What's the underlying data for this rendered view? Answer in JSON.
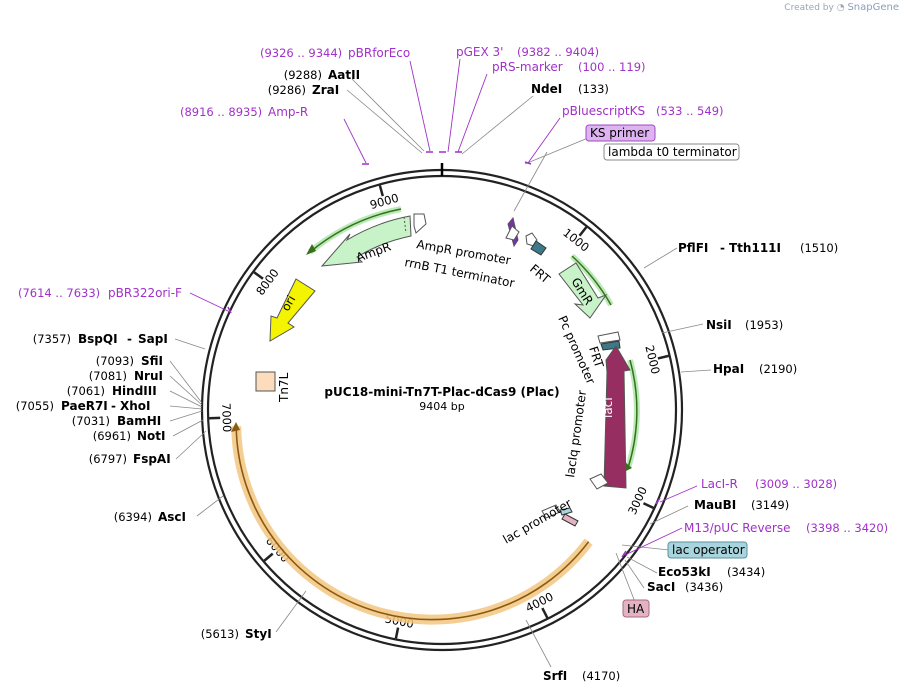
{
  "credit": {
    "prefix": "Created by",
    "brand": "SnapGene"
  },
  "plasmid": {
    "name": "pUC18-mini-Tn7T-Plac-dCas9 (Plac)",
    "length": "9404 bp"
  },
  "ticks": [
    "1000",
    "2000",
    "3000",
    "4000",
    "5000",
    "6000",
    "7000",
    "8000",
    "9000"
  ],
  "enzymes": [
    {
      "name": "AatII",
      "pos": "(9288)"
    },
    {
      "name": "ZraI",
      "pos": "(9286)"
    },
    {
      "name": "NdeI",
      "pos": "(133)"
    },
    {
      "name": "PflFI",
      "sep": "-",
      "name2": "Tth111I",
      "pos": "(1510)"
    },
    {
      "name": "NsiI",
      "pos": "(1953)"
    },
    {
      "name": "HpaI",
      "pos": "(2190)"
    },
    {
      "name": "MauBI",
      "pos": "(3149)"
    },
    {
      "name": "Eco53kI",
      "pos": "(3434)"
    },
    {
      "name": "SacI",
      "pos": "(3436)"
    },
    {
      "name": "SrfI",
      "pos": "(4170)"
    },
    {
      "name": "StyI",
      "pos": "(5613)"
    },
    {
      "name": "AscI",
      "pos": "(6394)"
    },
    {
      "name": "FspAI",
      "pos": "(6797)"
    },
    {
      "name": "NotI",
      "pos": "(6961)"
    },
    {
      "name": "BamHI",
      "pos": "(7031)"
    },
    {
      "name": "PaeR7I",
      "sep": "-",
      "name2": "XhoI",
      "pos": "(7055)"
    },
    {
      "name": "HindIII",
      "pos": "(7061)"
    },
    {
      "name": "NruI",
      "pos": "(7081)"
    },
    {
      "name": "SfiI",
      "pos": "(7093)"
    },
    {
      "name": "BspQI",
      "sep": "-",
      "name2": "SapI",
      "pos": "(7357)"
    }
  ],
  "primers": [
    {
      "name": "pBRforEco",
      "pos": "(9326 .. 9344)"
    },
    {
      "name": "pGEX 3'",
      "pos": "(9382 .. 9404)"
    },
    {
      "name": "pRS-marker",
      "pos": "(100 .. 119)"
    },
    {
      "name": "Amp-R",
      "pos": "(8916 .. 8935)"
    },
    {
      "name": "pBluescriptKS",
      "pos": "(533 .. 549)"
    },
    {
      "name": "pBR322ori-F",
      "pos": "(7614 .. 7633)"
    },
    {
      "name": "LacI-R",
      "pos": "(3009 .. 3028)"
    },
    {
      "name": "M13/pUC Reverse",
      "pos": "(3398 .. 3420)"
    }
  ],
  "boxed_features": [
    {
      "label": "KS primer",
      "color": "#dfb3f2",
      "border": "#9b4dbf"
    },
    {
      "label": "lambda t0 terminator",
      "color": "#ffffff",
      "border": "#8a8a8a"
    },
    {
      "label": "lac operator",
      "color": "#a8d5dd",
      "border": "#5b8f99"
    },
    {
      "label": "HA",
      "color": "#e3b3c3",
      "border": "#a86a80"
    }
  ],
  "features": {
    "ampr": "AmpR",
    "ampr_promoter": "AmpR promoter",
    "rrnb": "rrnB T1 terminator",
    "frt_top": "FRT",
    "gmr": "GmR",
    "pc_promoter": "Pc promoter",
    "frt_right": "FRT",
    "laci": "lacI",
    "laciq_promoter": "lacIq promoter",
    "lac_promoter": "lac promoter",
    "ori": "ori",
    "tn7l": "Tn7L"
  },
  "colors": {
    "backbone": "#222222",
    "primer": "#a031c9",
    "ampr": "#c8f2c8",
    "gmr": "#c8f2c8",
    "ori": "#f4f400",
    "laci": "#962e61",
    "dcas9_track": "#f3c580",
    "frt": "#3c7a8a",
    "tn7l": "#fcdcbd"
  }
}
